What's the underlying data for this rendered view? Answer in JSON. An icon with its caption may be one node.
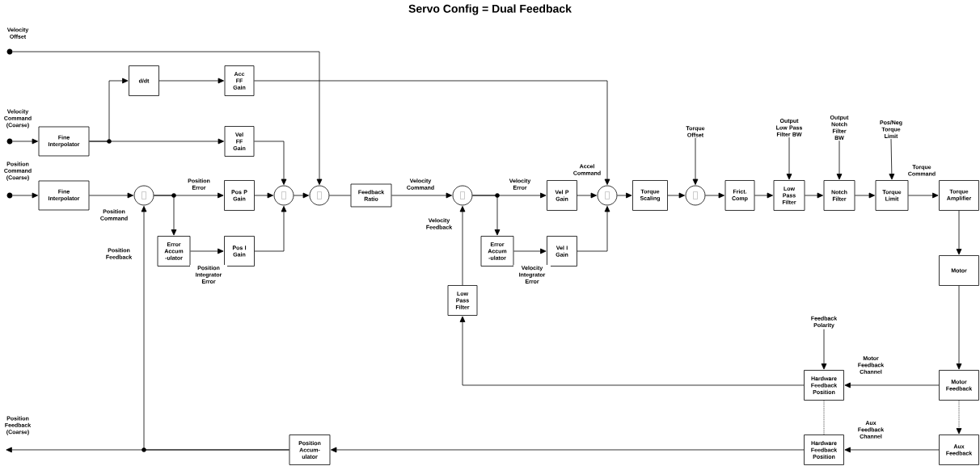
{
  "diagram": {
    "title": "Servo Config = Dual Feedback",
    "nodes": [
      {
        "text": [],
        "shape": "dot",
        "beside": [
          "Velocity Offset"
        ]
      },
      {
        "text": [],
        "shape": "dot",
        "beside": [
          "Velocity Command (Coarse)"
        ]
      },
      {
        "text": [],
        "shape": "dot",
        "beside": [
          "Position Command (Coarse)"
        ]
      },
      {
        "text": [
          "Fine Interpolator"
        ]
      },
      {
        "text": [
          "Fine Interpolator"
        ]
      },
      {
        "text": [
          "d/dt"
        ]
      },
      {
        "text": [
          "Acc FF Gain"
        ]
      },
      {
        "text": [
          "Vel FF Gain"
        ]
      },
      {
        "text": [],
        "shape": "circle"
      },
      {
        "text": [
          "Pos P Gain"
        ]
      },
      {
        "text": [
          "Error Accum -ulator"
        ]
      },
      {
        "text": [
          "Pos I Gain"
        ]
      },
      {
        "text": [],
        "shape": "circle"
      },
      {
        "text": [],
        "shape": "circle"
      },
      {
        "text": [
          "Feedback Ratio"
        ]
      },
      {
        "text": [],
        "shape": "circle"
      },
      {
        "text": [
          "Vel P Gain"
        ]
      },
      {
        "text": [
          "Error Accum -ulator"
        ]
      },
      {
        "text": [
          "Vel I Gain"
        ]
      },
      {
        "text": [],
        "shape": "circle"
      },
      {
        "text": [
          "Torque Scaling"
        ]
      },
      {
        "text": [],
        "shape": "circle"
      },
      {
        "text": [
          "Frict. Comp"
        ]
      },
      {
        "text": [
          "Low Pass Filter"
        ]
      },
      {
        "text": [
          "Notch Filter"
        ]
      },
      {
        "text": [
          "Torque Limit"
        ]
      },
      {
        "text": [
          "Torque Amplifier"
        ]
      },
      {
        "text": [
          "Motor"
        ]
      },
      {
        "text": [
          "Motor Feedback"
        ]
      },
      {
        "text": [
          "Aux Feedback"
        ]
      },
      {
        "text": [
          "Hardware Feedback Position"
        ]
      },
      {
        "text": [
          "Hardware Feedback Position"
        ]
      },
      {
        "text": [
          "Position Accum- ulator"
        ]
      },
      {
        "text": [
          "Low Pass Filter"
        ]
      },
      {
        "text": [
          "Torque Offset"
        ]
      },
      {
        "text": [
          "Output Low Pass Filter BW"
        ]
      },
      {
        "text": [
          "Output Notch Filter BW"
        ]
      },
      {
        "text": [
          "Pos/Neg Torque Limit"
        ]
      },
      {
        "text": [
          "Feedback Polarity"
        ]
      },
      {
        "text": [
          "Position Feedback (Coarse)"
        ]
      }
    ],
    "edges": [
      {
        "from": 0,
        "to": 13,
        "arrow": "to"
      },
      {
        "from": 1,
        "to": 3,
        "arrow": "to"
      },
      {
        "from": 2,
        "to": 4,
        "arrow": "to"
      },
      {
        "from": 3,
        "to": 5,
        "arrow": "to"
      },
      {
        "from": 3,
        "to": 7,
        "arrow": "to"
      },
      {
        "from": 5,
        "to": 6,
        "arrow": "to"
      },
      {
        "from": 6,
        "to": 19,
        "arrow": "to",
        "label": "Accel Command"
      },
      {
        "from": 7,
        "to": 12,
        "arrow": "to"
      },
      {
        "from": 4,
        "to": 8,
        "arrow": "to",
        "label": "Position Command"
      },
      {
        "from": 8,
        "to": 9,
        "arrow": "to",
        "label": "Position Error"
      },
      {
        "from": 8,
        "to": 10,
        "arrow": "to"
      },
      {
        "from": 10,
        "to": 11,
        "arrow": "to",
        "label": "Position Integrator Error"
      },
      {
        "from": 9,
        "to": 12,
        "arrow": "to"
      },
      {
        "from": 11,
        "to": 12,
        "arrow": "to"
      },
      {
        "from": 12,
        "to": 13,
        "arrow": "to"
      },
      {
        "from": 13,
        "to": 14,
        "arrow": "none"
      },
      {
        "from": 14,
        "to": 15,
        "arrow": "to",
        "label": "Velocity Command"
      },
      {
        "from": 15,
        "to": 16,
        "arrow": "to",
        "label": "Velocity Error"
      },
      {
        "from": 15,
        "to": 17,
        "arrow": "to"
      },
      {
        "from": 17,
        "to": 18,
        "arrow": "to",
        "label": "Velocity Integrator Error"
      },
      {
        "from": 16,
        "to": 19,
        "arrow": "to"
      },
      {
        "from": 18,
        "to": 19,
        "arrow": "to"
      },
      {
        "from": 19,
        "to": 20,
        "arrow": "to"
      },
      {
        "from": 20,
        "to": 21,
        "arrow": "to"
      },
      {
        "from": 34,
        "to": 21,
        "arrow": "to"
      },
      {
        "from": 21,
        "to": 22,
        "arrow": "to"
      },
      {
        "from": 22,
        "to": 23,
        "arrow": "to"
      },
      {
        "from": 35,
        "to": 23,
        "arrow": "to"
      },
      {
        "from": 23,
        "to": 24,
        "arrow": "to"
      },
      {
        "from": 36,
        "to": 24,
        "arrow": "to"
      },
      {
        "from": 24,
        "to": 25,
        "arrow": "to"
      },
      {
        "from": 37,
        "to": 25,
        "arrow": "to"
      },
      {
        "from": 25,
        "to": 26,
        "arrow": "to",
        "label": "Torque Command"
      },
      {
        "from": 26,
        "to": 27,
        "arrow": "to"
      },
      {
        "from": 27,
        "to": 28,
        "arrow": "to"
      },
      {
        "from": 28,
        "to": 29,
        "arrow": "to",
        "style": "dashed"
      },
      {
        "from": 28,
        "to": 30,
        "arrow": "to",
        "label": "Motor Feedback Channel"
      },
      {
        "from": 38,
        "to": 30,
        "arrow": "to"
      },
      {
        "from": 30,
        "to": 31,
        "arrow": "none",
        "style": "dashed"
      },
      {
        "from": 29,
        "to": 31,
        "arrow": "to",
        "label": "Aux Feedback Channel"
      },
      {
        "from": 30,
        "to": 33,
        "arrow": "to"
      },
      {
        "from": 31,
        "to": 32,
        "arrow": "to"
      },
      {
        "from": 32,
        "to": 8,
        "arrow": "to",
        "label": "Position Feedback"
      },
      {
        "from": 32,
        "to": 39,
        "arrow": "to"
      },
      {
        "from": 33,
        "to": 15,
        "arrow": "to",
        "label": "Velocity Feedback"
      }
    ]
  }
}
